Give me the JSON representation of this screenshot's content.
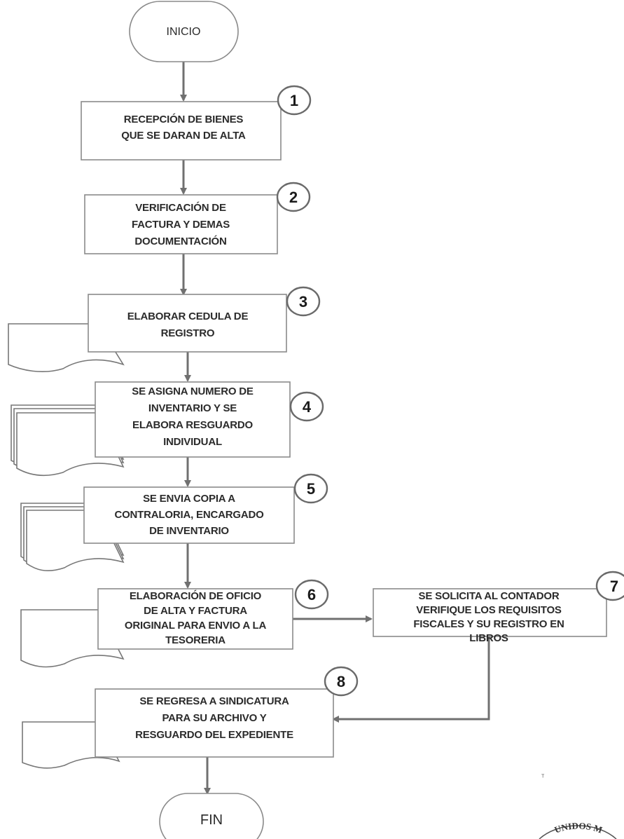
{
  "start": {
    "label": "INICIO"
  },
  "end": {
    "label": "FIN"
  },
  "steps": [
    {
      "num": "1",
      "lines": [
        "RECEPCIÓN DE BIENES",
        "QUE SE DARAN DE ALTA"
      ]
    },
    {
      "num": "2",
      "lines": [
        "VERIFICACIÓN DE",
        "FACTURA Y DEMAS",
        "DOCUMENTACIÓN"
      ]
    },
    {
      "num": "3",
      "lines": [
        "ELABORAR CEDULA DE",
        "REGISTRO"
      ]
    },
    {
      "num": "4",
      "lines": [
        "SE ASIGNA NUMERO DE",
        "INVENTARIO Y SE",
        "ELABORA RESGUARDO",
        "INDIVIDUAL"
      ]
    },
    {
      "num": "5",
      "lines": [
        "SE ENVIA COPIA A",
        "CONTRALORIA, ENCARGADO",
        "DE INVENTARIO"
      ]
    },
    {
      "num": "6",
      "lines": [
        "ELABORACIÓN DE OFICIO",
        "DE ALTA Y FACTURA",
        "ORIGINAL PARA ENVIO A LA",
        "TESORERIA"
      ]
    },
    {
      "num": "7",
      "lines": [
        "SE SOLICITA AL CONTADOR",
        "VERIFIQUE LOS REQUISITOS",
        "FISCALES Y SU REGISTRO EN",
        "LIBROS"
      ]
    },
    {
      "num": "8",
      "lines": [
        "SE REGRESA A SINDICATURA",
        "PARA SU ARCHIVO Y",
        "RESGUARDO DEL EXPEDIENTE"
      ]
    }
  ],
  "seal": {
    "text": "UNIDOS M"
  },
  "stray_mark": "ᵀ",
  "colors": {
    "box_stroke": "#8a8a8a",
    "arrow": "#707070",
    "text": "#2b2b2b"
  }
}
